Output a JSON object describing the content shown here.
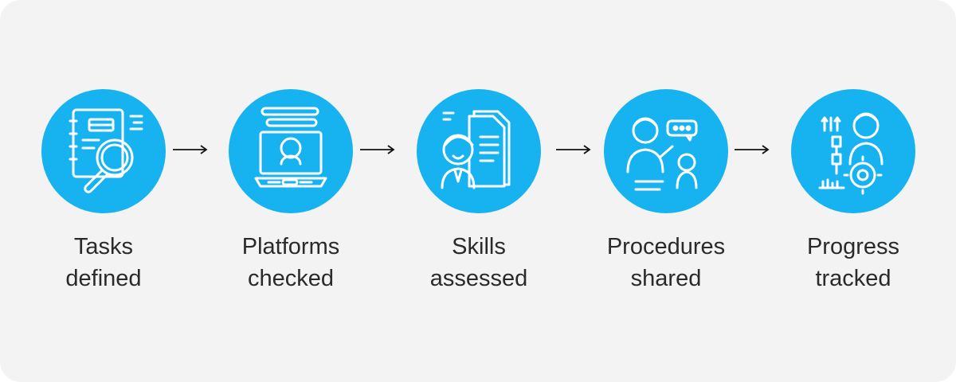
{
  "steps": [
    {
      "icon": "notebook-magnifier-icon",
      "line1": "Tasks",
      "line2": "defined"
    },
    {
      "icon": "laptop-profile-icon",
      "line1": "Platforms",
      "line2": "checked"
    },
    {
      "icon": "person-documents-icon",
      "line1": "Skills",
      "line2": "assessed"
    },
    {
      "icon": "people-chat-icon",
      "line1": "Procedures",
      "line2": "shared"
    },
    {
      "icon": "person-gear-chart-icon",
      "line1": "Progress",
      "line2": "tracked"
    }
  ],
  "colors": {
    "accent": "#17b3f0",
    "background": "#f3f3f4",
    "text": "#2a2a2a",
    "arrow": "#111111"
  }
}
